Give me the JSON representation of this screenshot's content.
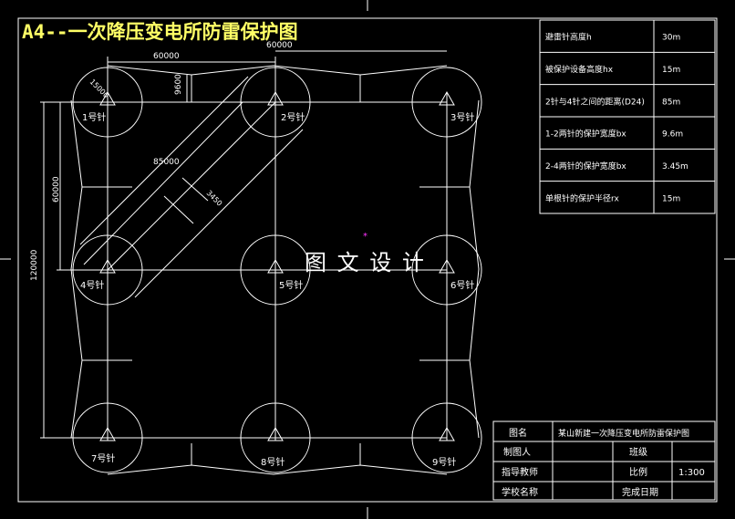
{
  "drawing_title": "A4--一次降压变电所防雷保护图",
  "watermark": "图 文 设 计",
  "colors": {
    "background": "#000000",
    "line": "#ffffff",
    "title": "#ffff66",
    "accent": "#ff33ff"
  },
  "params_table": [
    {
      "label": "避雷针高度h",
      "value": "30m"
    },
    {
      "label": "被保护设备高度hx",
      "value": "15m"
    },
    {
      "label": "2针与4针之间的距离(D24)",
      "value": "85m"
    },
    {
      "label": "1-2两针的保护宽度bx",
      "value": "9.6m"
    },
    {
      "label": "2-4两针的保护宽度bx",
      "value": "3.45m"
    },
    {
      "label": "单根针的保护半径rx",
      "value": "15m"
    }
  ],
  "rods": [
    {
      "label": "1号针"
    },
    {
      "label": "2号针"
    },
    {
      "label": "3号针"
    },
    {
      "label": "4号针"
    },
    {
      "label": "5号针"
    },
    {
      "label": "6号针"
    },
    {
      "label": "7号针"
    },
    {
      "label": "8号针"
    },
    {
      "label": "9号针"
    }
  ],
  "dimensions": {
    "top_span": "60000",
    "top_span_2": "60000",
    "left_span": "60000",
    "overall_height": "120000",
    "diag_distance": "85000",
    "width_12": "9600",
    "width_24": "3450",
    "radius": "15000"
  },
  "title_block": {
    "name_label": "图名",
    "name_value": "某山新建一次降压变电所防雷保护图",
    "drawn_label": "制图人",
    "class_label": "班级",
    "advisor_label": "指导教师",
    "scale_label": "比例",
    "scale_value": "1:300",
    "school_label": "学校名称",
    "date_label": "完成日期"
  }
}
